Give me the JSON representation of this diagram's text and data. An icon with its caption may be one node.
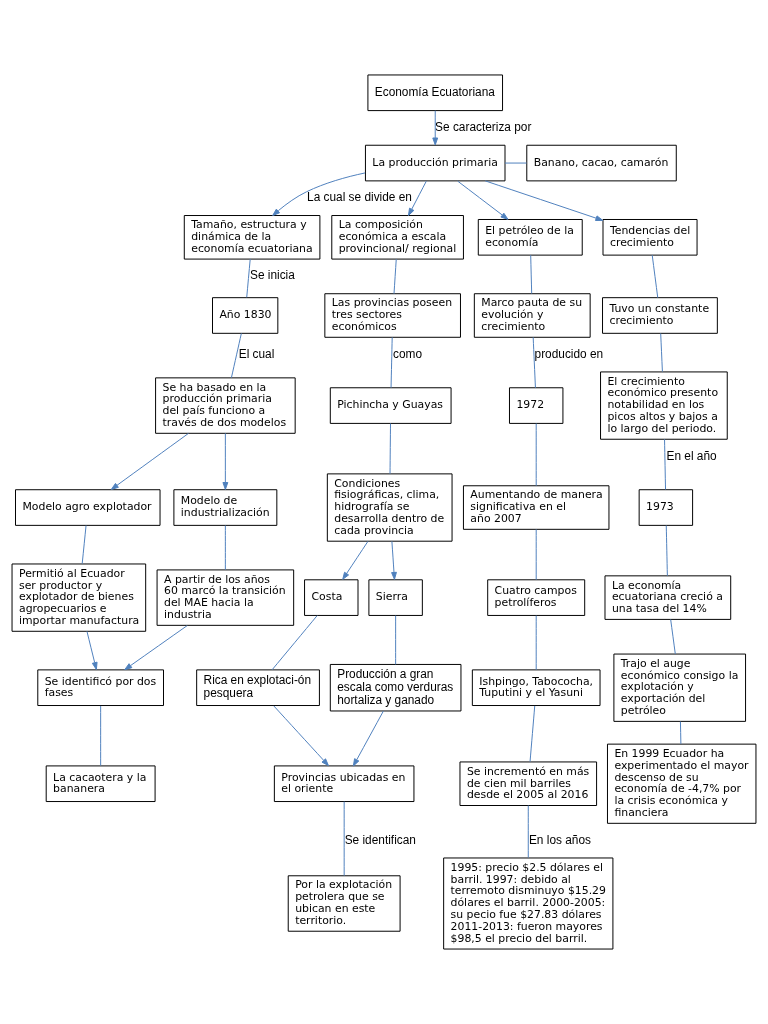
{
  "diagram": {
    "nodes": [
      {
        "text": [
          "Economía Ecuatoriana"
        ]
      },
      {
        "text": [
          "La producción primaria"
        ]
      },
      {
        "text": [
          "Banano, cacao, camarón"
        ]
      },
      {
        "text": [
          "Tamaño, estructura y dinámica de la economía ecuatoriana"
        ]
      },
      {
        "text": [
          "La composición económica a escala provincional/ regional"
        ]
      },
      {
        "text": [
          "El petróleo de la economía"
        ]
      },
      {
        "text": [
          "Tendencias del crecimiento"
        ]
      },
      {
        "text": [
          "Año 1830"
        ]
      },
      {
        "text": [
          "Se ha basado en la producción primaria del país funciono a través de dos modelos"
        ]
      },
      {
        "text": [
          "Modelo agro explotador"
        ]
      },
      {
        "text": [
          "Modelo de industrialización"
        ]
      },
      {
        "text": [
          "Permitió al Ecuador ser productor y explotador de bienes agropecuarios e importar manufactura"
        ]
      },
      {
        "text": [
          "A partir de los años 60 marcó la transición del MAE hacia la industria"
        ]
      },
      {
        "text": [
          "Se identificó por dos fases"
        ]
      },
      {
        "text": [
          "La cacaotera y la bananera"
        ]
      },
      {
        "text": [
          "Las provincias poseen tres sectores económicos"
        ]
      },
      {
        "text": [
          "Pichincha y Guayas"
        ]
      },
      {
        "text": [
          "Condiciones fisiográficas, clima, hidrografía se desarrolla dentro de cada provincia"
        ]
      },
      {
        "text": [
          "Costa"
        ]
      },
      {
        "text": [
          "Sierra"
        ]
      },
      {
        "text": [
          "Rica en explotaci-ón pesquera"
        ]
      },
      {
        "text": [
          "Producción a gran escala como verduras hortaliza y ganado"
        ]
      },
      {
        "text": [
          "Provincias ubicadas en el oriente"
        ]
      },
      {
        "text": [
          "Por la explotación petrolera que se ubican en este territorio."
        ]
      },
      {
        "text": [
          "Marco pauta de su evolución y crecimiento"
        ]
      },
      {
        "text": [
          "1972"
        ]
      },
      {
        "text": [
          "Aumentando de manera significativa en el año 2007"
        ]
      },
      {
        "text": [
          "Cuatro campos petrolíferos"
        ]
      },
      {
        "text": [
          "Ishpingo, Tabococha, Tuputini y el Yasuni"
        ]
      },
      {
        "text": [
          "Se incrementó en más de cien mil barriles desde el 2005 al 2016"
        ]
      },
      {
        "text": [
          "1995: precio $2.5 dólares el barril. 1997: debido al terremoto disminuyo $15.29 dólares el barril. 2000-2005: su pecio fue $27.83 dólares 2011-2013: fueron mayores $98,5 el precio del barril."
        ]
      },
      {
        "text": [
          "Tuvo un constante crecimiento"
        ]
      },
      {
        "text": [
          "El crecimiento económico presento notabilidad en los picos altos y bajos a lo largo del periodo."
        ]
      },
      {
        "text": [
          "1973"
        ]
      },
      {
        "text": [
          "La economía ecuatoriana creció a una tasa del 14%"
        ]
      },
      {
        "text": [
          "Trajo el auge económico consigo la explotación y exportación del petróleo"
        ]
      },
      {
        "text": [
          "En 1999 Ecuador ha experimentado el mayor descenso de su economía de -4,7% por la crisis económica y financiera"
        ]
      }
    ],
    "edges": [
      {
        "from": 0,
        "to": 1,
        "arrow": "to",
        "label": "Se caracteriza por"
      },
      {
        "from": 1,
        "to": 2,
        "arrow": "none"
      },
      {
        "from": 1,
        "to": 3,
        "arrow": "to",
        "label": "La cual se divide en"
      },
      {
        "from": 1,
        "to": 4,
        "arrow": "to"
      },
      {
        "from": 1,
        "to": 5,
        "arrow": "to"
      },
      {
        "from": 1,
        "to": 6,
        "arrow": "to"
      },
      {
        "from": 3,
        "to": 7,
        "arrow": "none",
        "label": "Se inicia"
      },
      {
        "from": 7,
        "to": 8,
        "arrow": "none",
        "label": "El cual"
      },
      {
        "from": 8,
        "to": 9,
        "arrow": "to"
      },
      {
        "from": 8,
        "to": 10,
        "arrow": "to"
      },
      {
        "from": 9,
        "to": 11,
        "arrow": "none"
      },
      {
        "from": 10,
        "to": 12,
        "arrow": "none"
      },
      {
        "from": 11,
        "to": 13,
        "arrow": "to"
      },
      {
        "from": 12,
        "to": 13,
        "arrow": "to"
      },
      {
        "from": 13,
        "to": 14,
        "arrow": "none"
      },
      {
        "from": 4,
        "to": 15,
        "arrow": "none"
      },
      {
        "from": 15,
        "to": 16,
        "arrow": "none",
        "label": "como"
      },
      {
        "from": 16,
        "to": 17,
        "arrow": "none"
      },
      {
        "from": 17,
        "to": 18,
        "arrow": "to"
      },
      {
        "from": 17,
        "to": 19,
        "arrow": "to"
      },
      {
        "from": 18,
        "to": 20,
        "arrow": "none"
      },
      {
        "from": 19,
        "to": 21,
        "arrow": "none"
      },
      {
        "from": 20,
        "to": 22,
        "arrow": "to"
      },
      {
        "from": 21,
        "to": 22,
        "arrow": "to"
      },
      {
        "from": 22,
        "to": 23,
        "arrow": "none",
        "label": "Se identifican"
      },
      {
        "from": 5,
        "to": 24,
        "arrow": "none"
      },
      {
        "from": 24,
        "to": 25,
        "arrow": "none",
        "label": "producido en"
      },
      {
        "from": 25,
        "to": 26,
        "arrow": "none"
      },
      {
        "from": 26,
        "to": 27,
        "arrow": "none"
      },
      {
        "from": 27,
        "to": 28,
        "arrow": "none"
      },
      {
        "from": 28,
        "to": 29,
        "arrow": "none"
      },
      {
        "from": 29,
        "to": 30,
        "arrow": "none",
        "label": "En los años"
      },
      {
        "from": 6,
        "to": 31,
        "arrow": "none"
      },
      {
        "from": 31,
        "to": 32,
        "arrow": "none"
      },
      {
        "from": 32,
        "to": 33,
        "arrow": "none",
        "label": "En el año"
      },
      {
        "from": 33,
        "to": 34,
        "arrow": "none"
      },
      {
        "from": 34,
        "to": 35,
        "arrow": "none"
      },
      {
        "from": 35,
        "to": 36,
        "arrow": "none"
      }
    ]
  }
}
